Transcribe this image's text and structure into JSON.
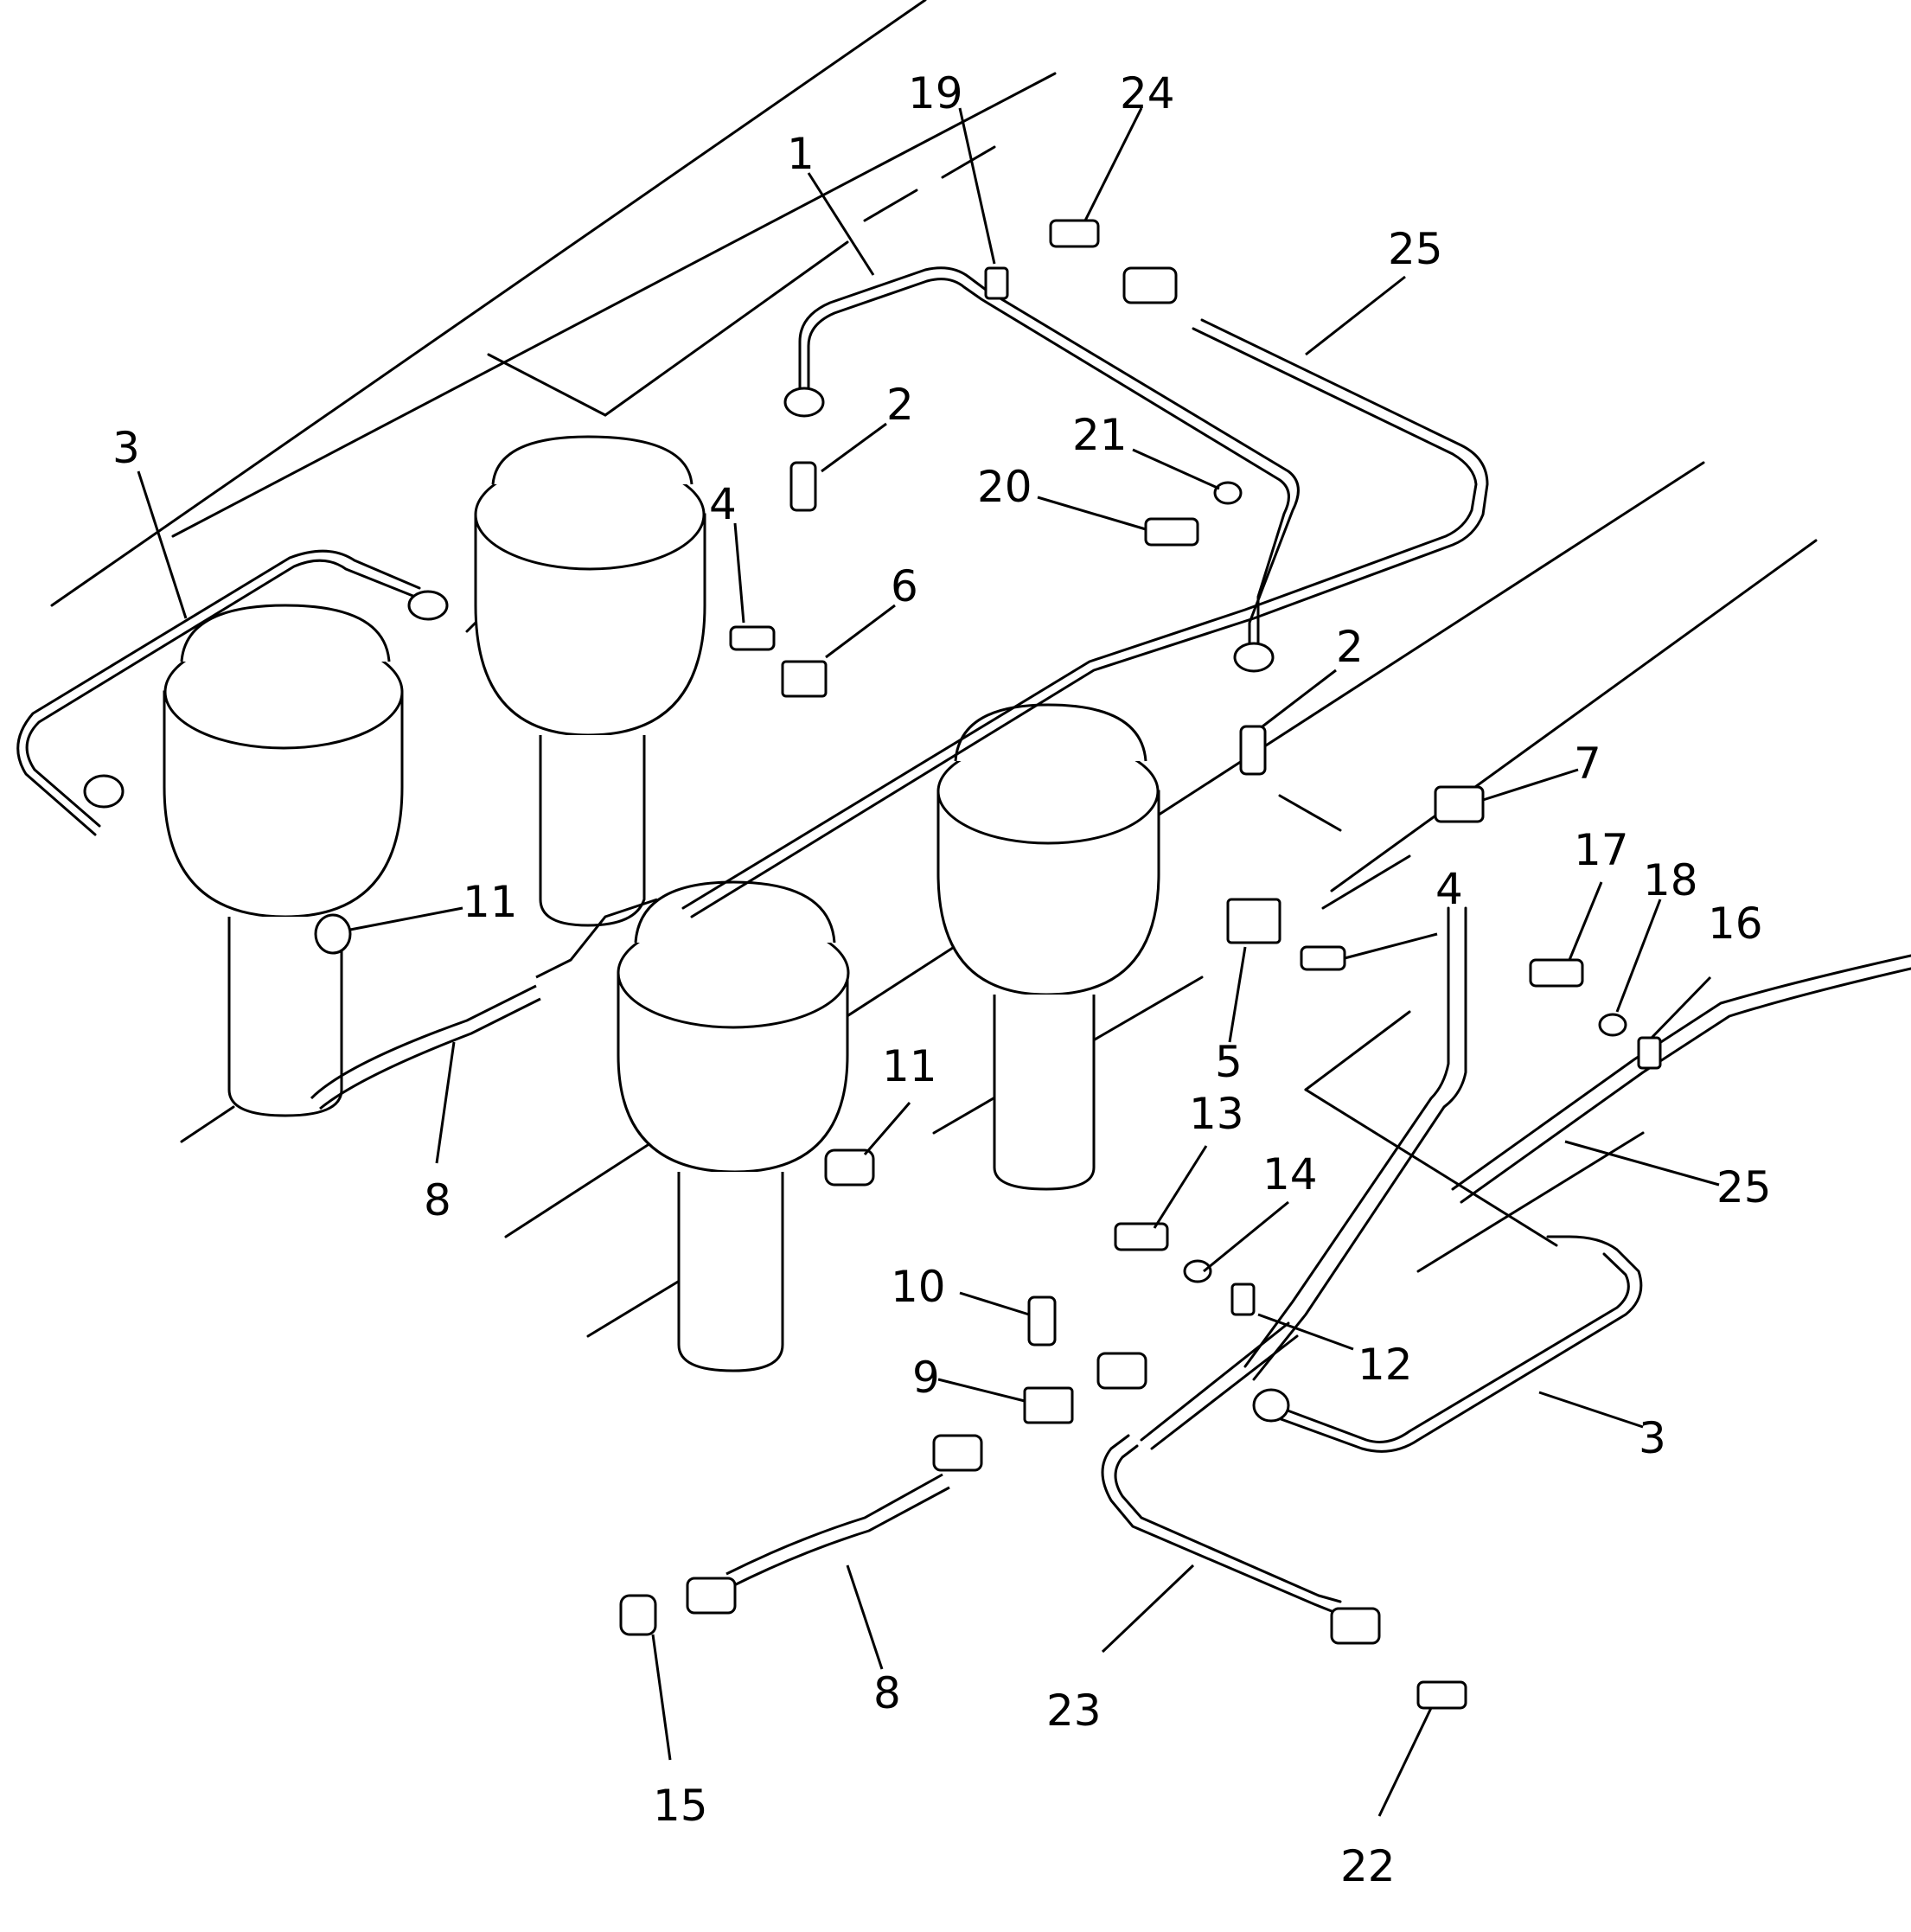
{
  "callouts": [
    {
      "id": "c19",
      "label": "19"
    },
    {
      "id": "c24",
      "label": "24"
    },
    {
      "id": "c1",
      "label": "1"
    },
    {
      "id": "c25a",
      "label": "25"
    },
    {
      "id": "c3a",
      "label": "3"
    },
    {
      "id": "c2a",
      "label": "2"
    },
    {
      "id": "c21",
      "label": "21"
    },
    {
      "id": "c20",
      "label": "20"
    },
    {
      "id": "c4a",
      "label": "4"
    },
    {
      "id": "c6",
      "label": "6"
    },
    {
      "id": "c2b",
      "label": "2"
    },
    {
      "id": "c7",
      "label": "7"
    },
    {
      "id": "c17",
      "label": "17"
    },
    {
      "id": "c18",
      "label": "18"
    },
    {
      "id": "c16",
      "label": "16"
    },
    {
      "id": "c4b",
      "label": "4"
    },
    {
      "id": "c11a",
      "label": "11"
    },
    {
      "id": "c5",
      "label": "5"
    },
    {
      "id": "c13",
      "label": "13"
    },
    {
      "id": "c14",
      "label": "14"
    },
    {
      "id": "c11b",
      "label": "11"
    },
    {
      "id": "c8a",
      "label": "8"
    },
    {
      "id": "c25b",
      "label": "25"
    },
    {
      "id": "c10",
      "label": "10"
    },
    {
      "id": "c12",
      "label": "12"
    },
    {
      "id": "c9",
      "label": "9"
    },
    {
      "id": "c3b",
      "label": "3"
    },
    {
      "id": "c8b",
      "label": "8"
    },
    {
      "id": "c23",
      "label": "23"
    },
    {
      "id": "c15",
      "label": "15"
    },
    {
      "id": "c22",
      "label": "22"
    }
  ]
}
